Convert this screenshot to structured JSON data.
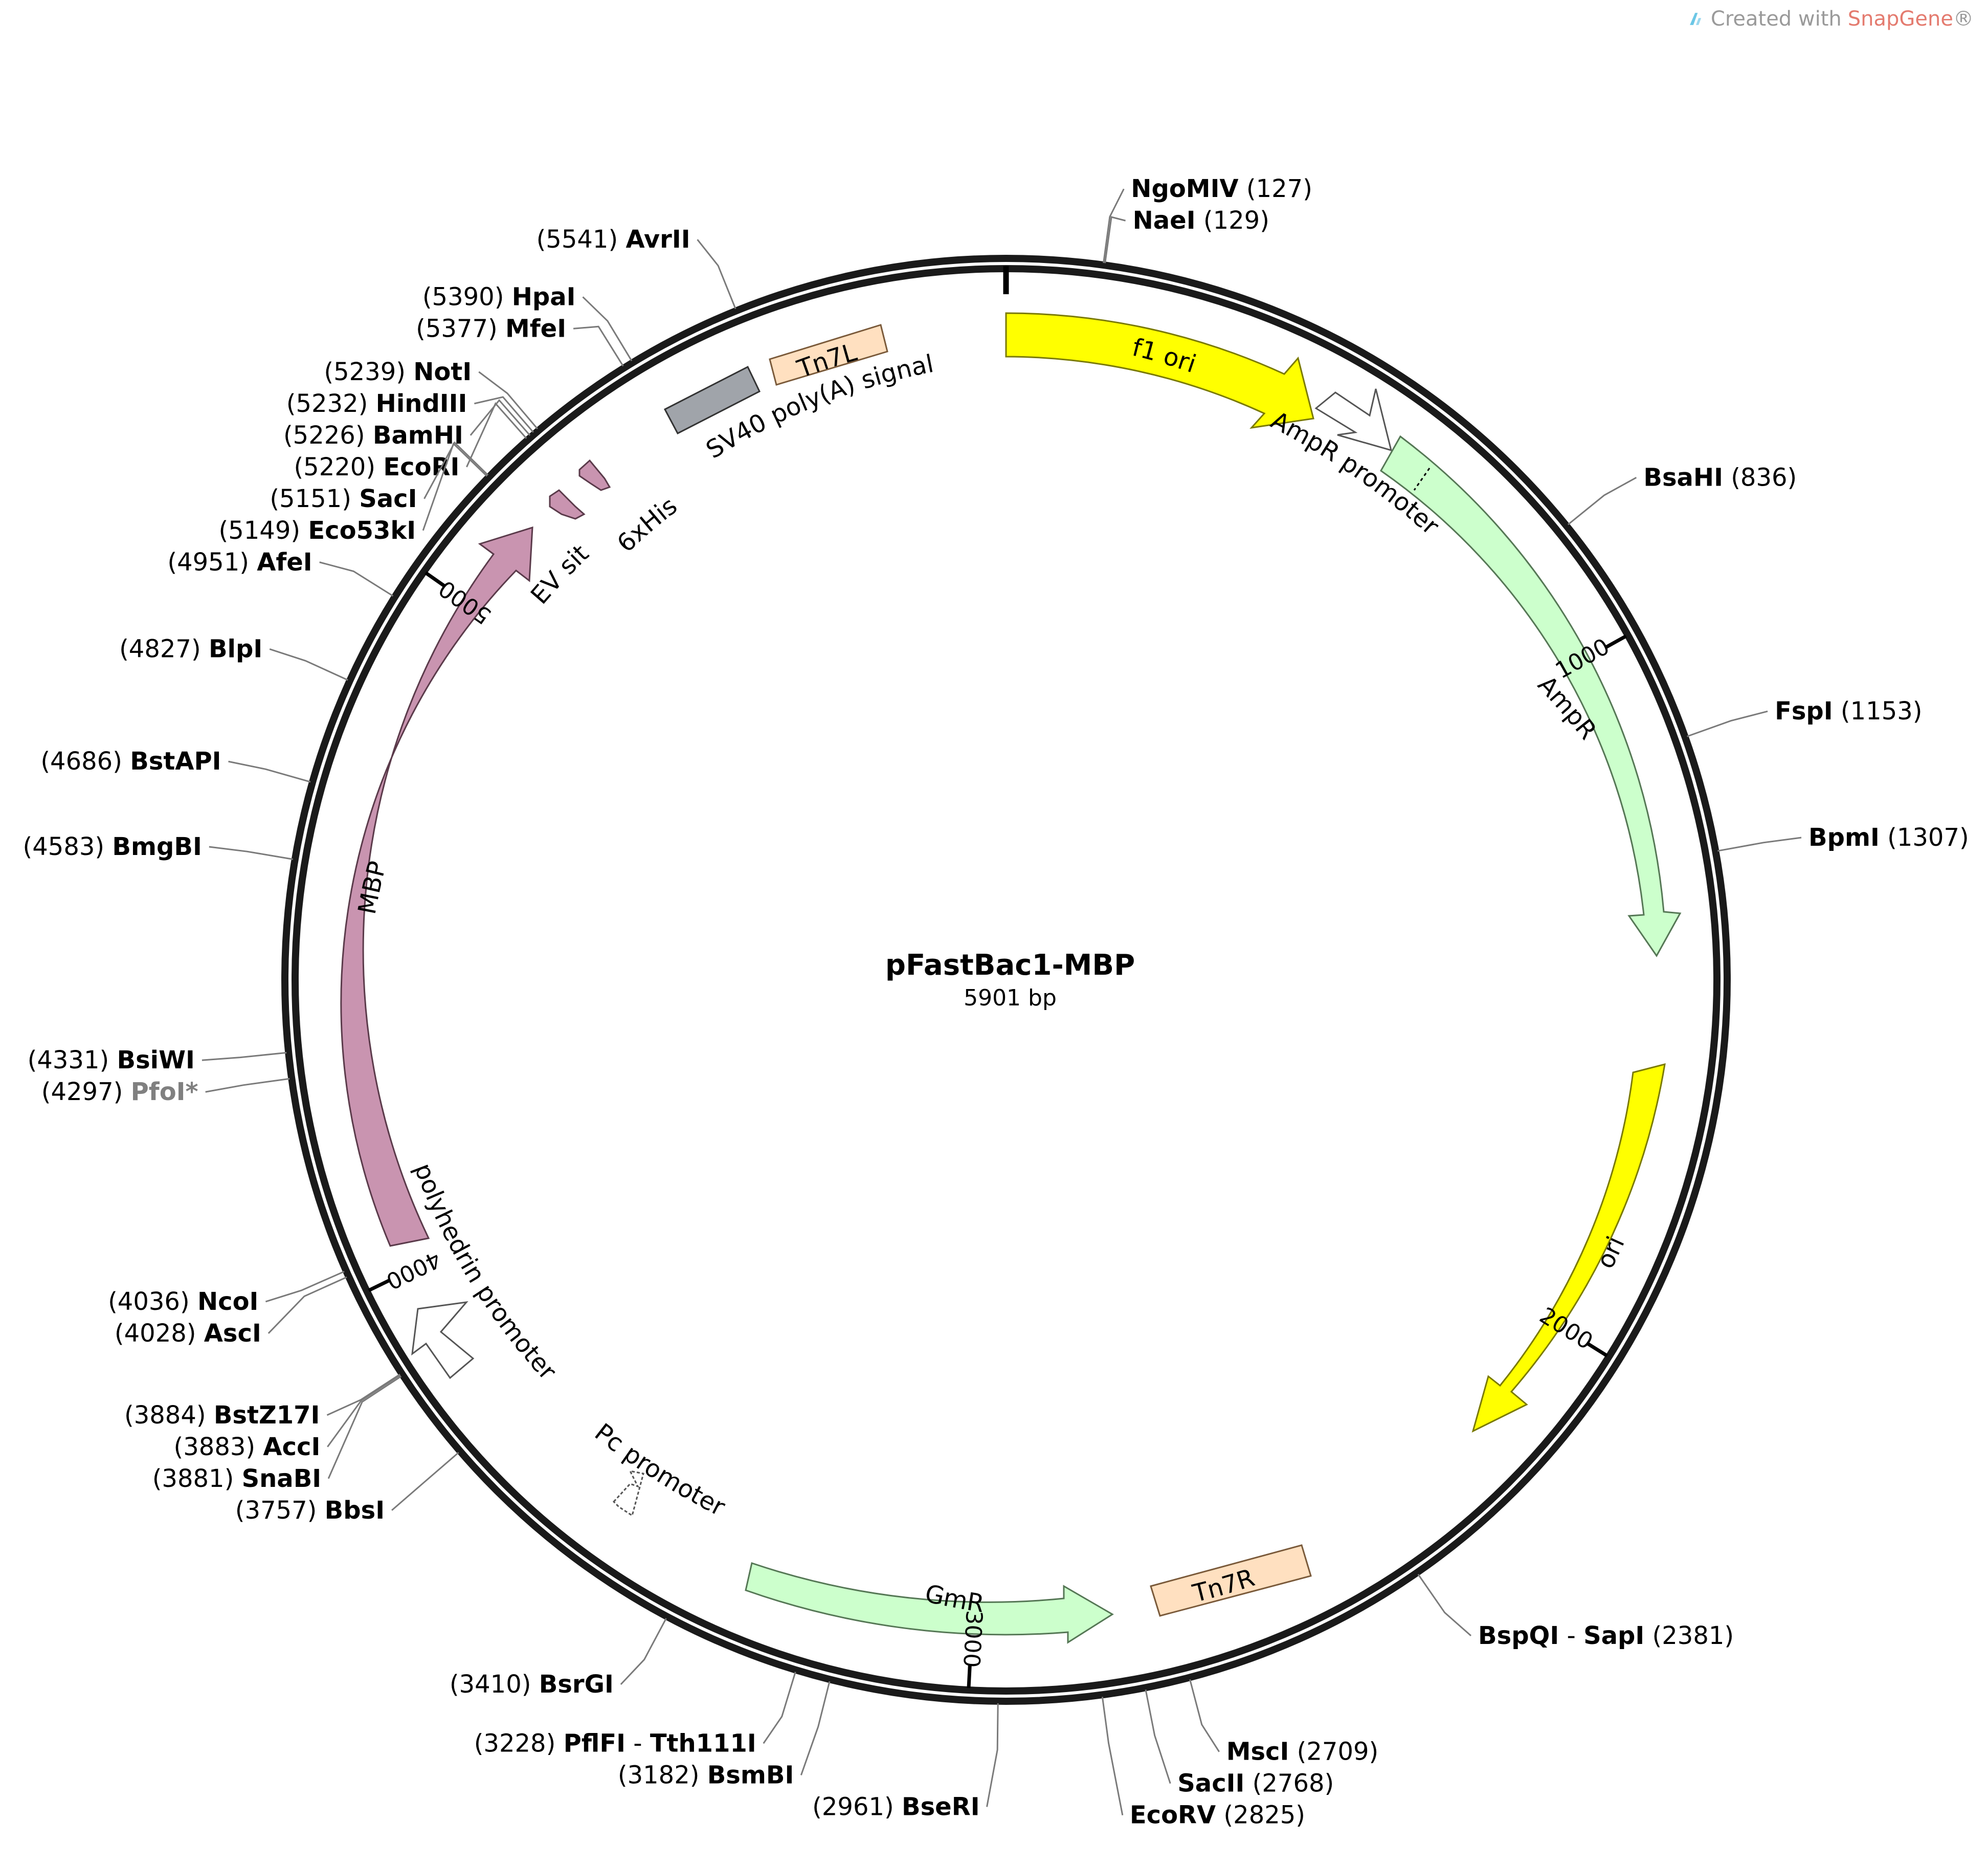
{
  "watermark": {
    "prefix": "Created with",
    "brand": "SnapGene",
    "suffix": "®"
  },
  "map": {
    "name": "pFastBac1-MBP",
    "size_label": "5901 bp",
    "length": 5901
  },
  "ticks": [
    {
      "pos": 1000,
      "label": "1000"
    },
    {
      "pos": 2000,
      "label": "2000"
    },
    {
      "pos": 3000,
      "label": "3000"
    },
    {
      "pos": 4000,
      "label": "4000"
    },
    {
      "pos": 5000,
      "label": "5000"
    }
  ],
  "sites": [
    {
      "name": "NgoMIV",
      "pos": 127,
      "pos_label": "(127)"
    },
    {
      "name": "NaeI",
      "pos": 129,
      "pos_label": "(129)"
    },
    {
      "name": "BsaHI",
      "pos": 836,
      "pos_label": "(836)"
    },
    {
      "name": "FspI",
      "pos": 1153,
      "pos_label": "(1153)"
    },
    {
      "name": "BpmI",
      "pos": 1307,
      "pos_label": "(1307)"
    },
    {
      "name": "BspQI",
      "name2": "SapI",
      "pos": 2381,
      "pos_label": "(2381)"
    },
    {
      "name": "MscI",
      "pos": 2709,
      "pos_label": "(2709)"
    },
    {
      "name": "SacII",
      "pos": 2768,
      "pos_label": "(2768)"
    },
    {
      "name": "EcoRV",
      "pos": 2825,
      "pos_label": "(2825)"
    },
    {
      "name": "BseRI",
      "pos": 2961,
      "pos_label": "(2961)"
    },
    {
      "name": "BsmBI",
      "pos": 3182,
      "pos_label": "(3182)"
    },
    {
      "name": "PflFI",
      "name2": "Tth111I",
      "pos": 3228,
      "pos_label": "(3228)"
    },
    {
      "name": "BsrGI",
      "pos": 3410,
      "pos_label": "(3410)"
    },
    {
      "name": "BbsI",
      "pos": 3757,
      "pos_label": "(3757)"
    },
    {
      "name": "SnaBI",
      "pos": 3881,
      "pos_label": "(3881)"
    },
    {
      "name": "AccI",
      "pos": 3883,
      "pos_label": "(3883)"
    },
    {
      "name": "BstZ17I",
      "pos": 3884,
      "pos_label": "(3884)"
    },
    {
      "name": "AscI",
      "pos": 4028,
      "pos_label": "(4028)"
    },
    {
      "name": "NcoI",
      "pos": 4036,
      "pos_label": "(4036)"
    },
    {
      "name": "PfoI*",
      "pos": 4297,
      "pos_label": "(4297)",
      "gray": true
    },
    {
      "name": "BsiWI",
      "pos": 4331,
      "pos_label": "(4331)"
    },
    {
      "name": "BmgBI",
      "pos": 4583,
      "pos_label": "(4583)"
    },
    {
      "name": "BstAPI",
      "pos": 4686,
      "pos_label": "(4686)"
    },
    {
      "name": "BlpI",
      "pos": 4827,
      "pos_label": "(4827)"
    },
    {
      "name": "AfeI",
      "pos": 4951,
      "pos_label": "(4951)"
    },
    {
      "name": "Eco53kI",
      "pos": 5149,
      "pos_label": "(5149)"
    },
    {
      "name": "SacI",
      "pos": 5151,
      "pos_label": "(5151)"
    },
    {
      "name": "EcoRI",
      "pos": 5220,
      "pos_label": "(5220)"
    },
    {
      "name": "BamHI",
      "pos": 5226,
      "pos_label": "(5226)"
    },
    {
      "name": "HindIII",
      "pos": 5232,
      "pos_label": "(5232)"
    },
    {
      "name": "NotI",
      "pos": 5239,
      "pos_label": "(5239)"
    },
    {
      "name": "MfeI",
      "pos": 5377,
      "pos_label": "(5377)"
    },
    {
      "name": "HpaI",
      "pos": 5390,
      "pos_label": "(5390)"
    },
    {
      "name": "AvrII",
      "pos": 5541,
      "pos_label": "(5541)"
    }
  ],
  "features": [
    {
      "name": "f1 ori",
      "color": "#ffff00"
    },
    {
      "name": "AmpR promoter",
      "color": "#ffffff"
    },
    {
      "name": "AmpR",
      "color": "#ccffcc"
    },
    {
      "name": "ori",
      "color": "#ffff00"
    },
    {
      "name": "Tn7R",
      "color": "#ffe0c0"
    },
    {
      "name": "GmR",
      "color": "#ccffcc"
    },
    {
      "name": "Pc promoter",
      "color": "#ffffff"
    },
    {
      "name": "polyhedrin promoter",
      "color": "#ffffff"
    },
    {
      "name": "MBP",
      "color": "#c994b0"
    },
    {
      "name": "TEV site",
      "color": "#c994b0"
    },
    {
      "name": "6xHis",
      "color": "#c994b0"
    },
    {
      "name": "SV40 poly(A) signal",
      "color": "#a0a4aa"
    },
    {
      "name": "Tn7L",
      "color": "#ffe0c0"
    }
  ]
}
